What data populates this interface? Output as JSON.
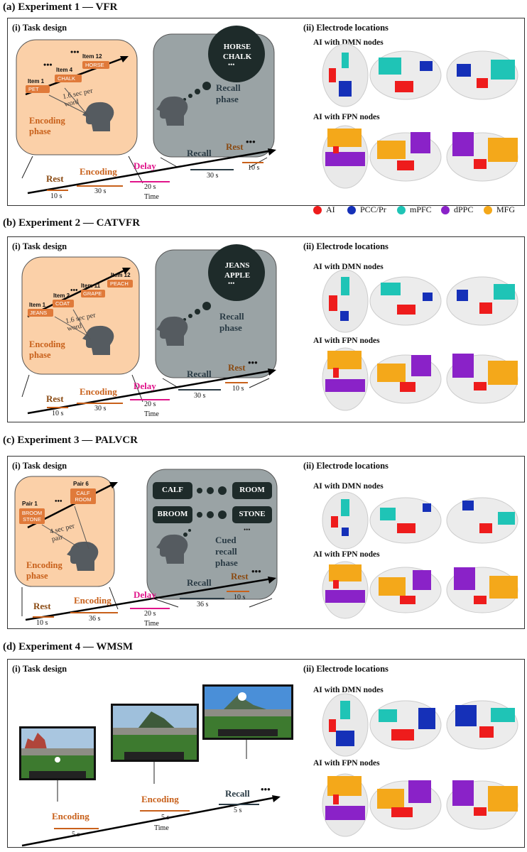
{
  "colors": {
    "encoding": "#c8601a",
    "delay": "#e0148a",
    "recall": "#2a3b45",
    "rest": "#8a4a12",
    "panel_bg": "#fbd0a8",
    "recall_bg": "#9aa3a5",
    "bubble": "#1e2b2a",
    "AI": "#ee1c1c",
    "PCC": "#1530b8",
    "mPFC": "#1fc4b6",
    "dPPC": "#8a22c8",
    "MFG": "#f4a81a"
  },
  "legend": [
    {
      "label": "AI",
      "color": "#ee1c1c"
    },
    {
      "label": "PCC/Pr",
      "color": "#1530b8"
    },
    {
      "label": "mPFC",
      "color": "#1fc4b6"
    },
    {
      "label": "dPPC",
      "color": "#8a22c8"
    },
    {
      "label": "MFG",
      "color": "#f4a81a"
    }
  ],
  "common": {
    "task_design": "(i) Task design",
    "electrode_locations": "(ii) Electrode locations",
    "ai_dmn": "AI with DMN nodes",
    "ai_fpn": "AI with FPN nodes",
    "time": "Time",
    "rest": "Rest",
    "encoding": "Encoding",
    "delay": "Delay",
    "recall": "Recall",
    "ellipsis": "•••"
  },
  "exp1": {
    "title": "(a) Experiment 1 — VFR",
    "items": [
      "Item 1",
      "Item 4",
      "Item 12"
    ],
    "words": [
      "PET",
      "CHALK",
      "HORSE"
    ],
    "per": "1.6 sec per word",
    "phase": "Encoding phase",
    "bubble": [
      "HORSE",
      "CHALK"
    ],
    "recall_phase": "Recall phase",
    "durations": [
      "10 s",
      "30 s",
      "20 s",
      "30 s",
      "10 s"
    ]
  },
  "exp2": {
    "title": "(b) Experiment 2 — CATVFR",
    "items": [
      "Item 1",
      "Item 2",
      "Item 11",
      "Item 12"
    ],
    "words": [
      "JEANS",
      "COAT",
      "GRAPE",
      "PEACH"
    ],
    "per": "1.6 sec per word",
    "phase": "Encoding phase",
    "bubble": [
      "JEANS",
      "APPLE"
    ],
    "recall_phase": "Recall phase",
    "durations": [
      "10 s",
      "30 s",
      "20 s",
      "30 s",
      "10 s"
    ]
  },
  "exp3": {
    "title": "(c) Experiment 3 — PALVCR",
    "pairs": [
      "Pair 1",
      "Pair 6"
    ],
    "pair_words": [
      "BROOM STONE",
      "CALF ROOM"
    ],
    "per": "4 sec per pair",
    "phase": "Encoding phase",
    "cue_left": [
      "CALF",
      "BROOM"
    ],
    "cue_right": [
      "ROOM",
      "STONE"
    ],
    "recall_phase": "Cued recall phase",
    "durations": [
      "10 s",
      "36 s",
      "20 s",
      "36 s",
      "10 s"
    ]
  },
  "exp4": {
    "title": "(d) Experiment 4 — WMSM",
    "durations": [
      "5 s",
      "5 s",
      "5 s"
    ]
  }
}
